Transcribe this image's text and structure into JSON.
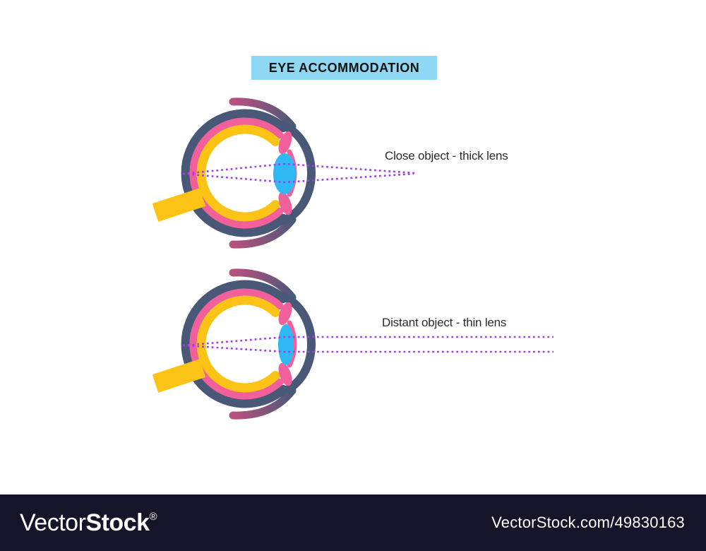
{
  "title": {
    "text": "EYE ACCOMMODATION"
  },
  "diagrams": [
    {
      "id": "close-object-eye",
      "label": "Close object - thick lens",
      "lens_type": "thick"
    },
    {
      "id": "distant-object-eye",
      "label": "Distant object - thin lens",
      "lens_type": "thin"
    }
  ],
  "watermark": {
    "brand_light": "Vector",
    "brand_bold": "Stock",
    "registered": "®",
    "credit": "VectorStock.com/49830163"
  },
  "colors": {
    "banner_bg": "#8ED8F3",
    "title_text": "#111111",
    "label_text": "#2B2B2B",
    "sclera": "#4A5878",
    "choroid_pink": "#F2609B",
    "retina_yellow": "#FBC315",
    "lens_blue": "#2FB9F2",
    "ray_purple": "#A140E8",
    "muscle_pink": "#B9517F",
    "bottom_bar_bg": "#151529",
    "watermark_text": "#FFFFFF"
  }
}
